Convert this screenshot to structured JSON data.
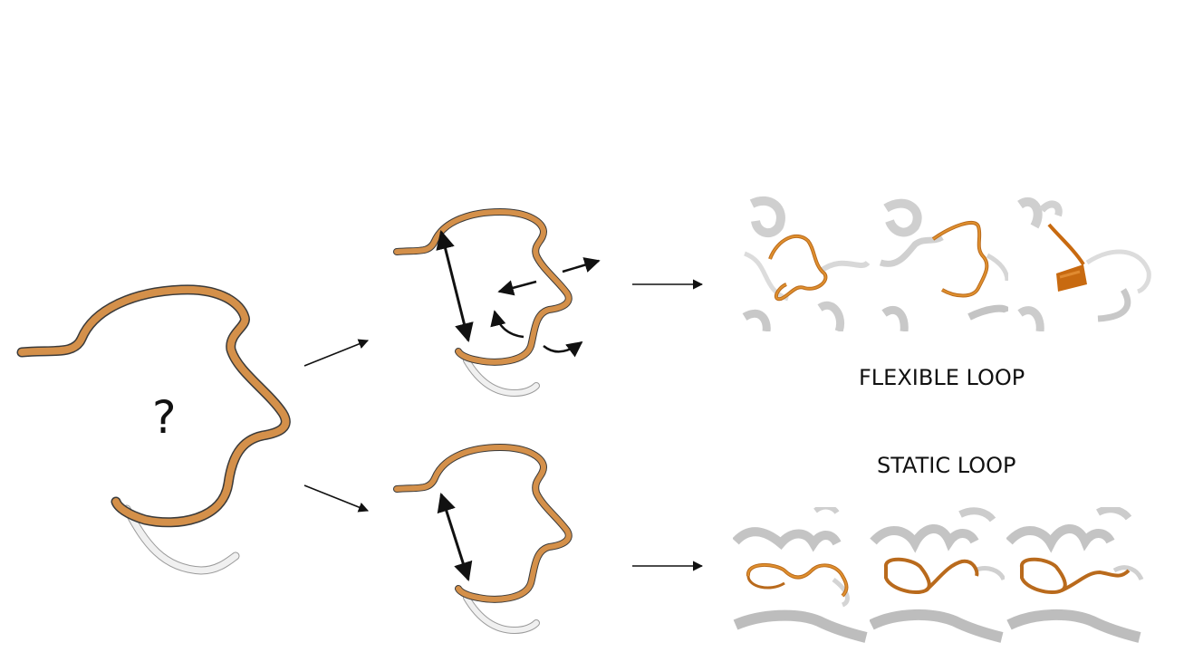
{
  "labels": {
    "unknown_marker": "?",
    "flexible": "FLEXIBLE LOOP",
    "static": "STATIC LOOP"
  },
  "colors": {
    "loop": "#d4904a",
    "loop_outline": "#3a3a3a",
    "structure_grey": "#c8c8c8",
    "arrow": "#111111",
    "helix_orange": "#c86a10"
  },
  "panels": {
    "flexible_snapshots": 3,
    "static_snapshots": 3
  }
}
